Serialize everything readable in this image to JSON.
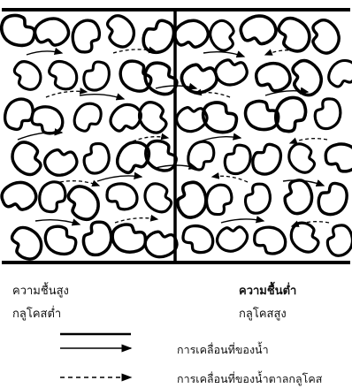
{
  "left_side": {
    "line1": "ความชื้นสูง",
    "line2": "กลูโคสต่ำ"
  },
  "right_side": {
    "line1": "ความชื้นต่ำ",
    "line2": "กลูโคสสูง"
  },
  "legend": {
    "water_movement": "การเคลื่อนที่ของน้ำ",
    "glucose_movement": "การเคลื่อนที่ของน้ำตาลกลูโคส"
  }
}
